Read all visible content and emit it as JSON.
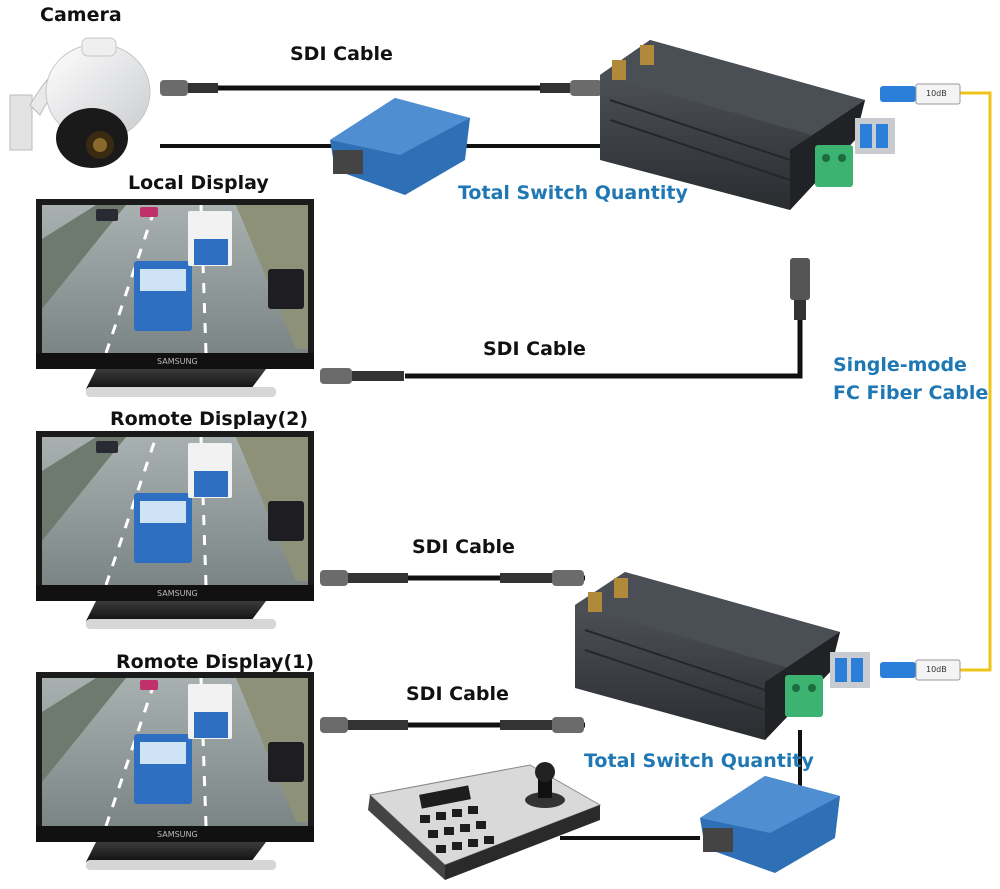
{
  "labels": {
    "camera": "Camera",
    "local_display": "Local Display",
    "remote_display_2": "Romote Display(2)",
    "remote_display_1": "Romote Display(1)",
    "sdi_cable_1": "SDI Cable",
    "sdi_cable_2": "SDI Cable",
    "sdi_cable_3": "SDI Cable",
    "sdi_cable_4": "SDI Cable",
    "switch_1": "Total Switch Quantity",
    "switch_2": "Total Switch Quantity",
    "fiber_line1": "Single-mode",
    "fiber_line2": "FC Fiber Cable"
  },
  "brand": {
    "monitor": "SAMSUNG",
    "connector": "10dB"
  },
  "colors": {
    "label_blue": "#1f78b4",
    "fiber": "#f0c419",
    "converter": "#3a3d42",
    "terminal": "#3cb371",
    "switch": "#2f6fb5",
    "lc_connector": "#2b7fd8"
  }
}
